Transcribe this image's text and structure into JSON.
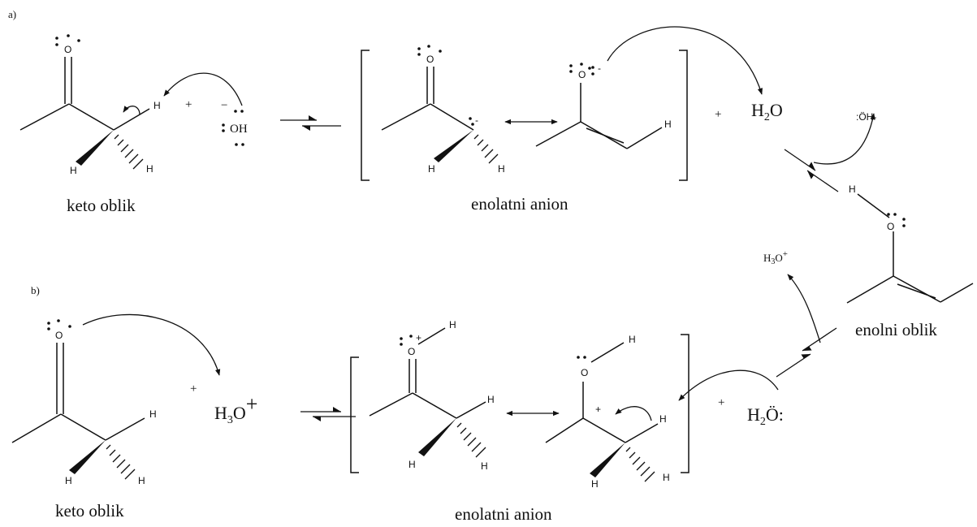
{
  "panels": {
    "a": {
      "tag": "a)",
      "h_atom": "H",
      "o_atom": "O",
      "hydroxide": "OH",
      "plus": "+",
      "keto_label": "keto oblik",
      "enolate_label": "enolatni anion",
      "water": "H2O",
      "water_main": "H",
      "water_sub": "2",
      "water_o": "O",
      "hydroxide_out": ":ÖH-",
      "minus": "−",
      "charge_minus": "-",
      "enol_label": "enolni oblik"
    },
    "b": {
      "tag": "b)",
      "h_atom": "H",
      "o_atom": "O",
      "plus": "+",
      "keto_label": "keto oblik",
      "enolate_label": "enolatni anion",
      "hydronium_main": "H",
      "hydronium_sub": "3",
      "hydronium_o": "O",
      "hydronium_charge": "+",
      "hydronium_out": "H3O+",
      "hydronium_out_main": "H",
      "hydronium_out_sub": "3",
      "hydronium_out_o": "O",
      "water_main": "H",
      "water_sub": "2",
      "water_o": "Ö",
      "water_colon": ":"
    }
  }
}
